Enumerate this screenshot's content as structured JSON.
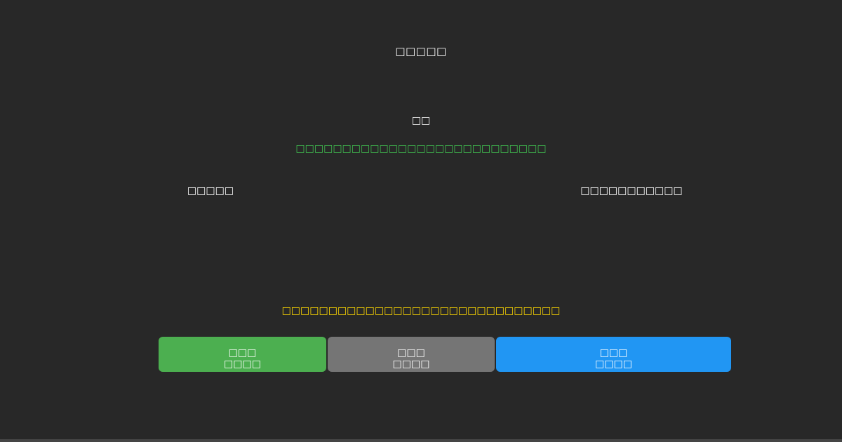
{
  "colors": {
    "background": "#282828",
    "text": "#ffffff",
    "status_green": "#3fbf4f",
    "prompt_yellow": "#ffd800",
    "button_green": "#4caf50",
    "button_gray": "#757575",
    "button_blue": "#2196f3",
    "bottom_strip": "#454545"
  },
  "header": {
    "title": "□□□□□"
  },
  "status": {
    "round_label": "□□",
    "message": "□□□□□□□□□□□□□□□□□□□□□□□□□□□"
  },
  "panels": {
    "left_label": "□□□□□",
    "right_label": "□□□□□□□□□□□"
  },
  "prompt": {
    "message": "□□□□□□□□□□□□□□□□□□□□□□□□□□□□□□"
  },
  "buttons": [
    {
      "id": "green",
      "line1": "□□□",
      "line2": "□□□□",
      "color": "#4caf50"
    },
    {
      "id": "gray",
      "line1": "□□□",
      "line2": "□□□□",
      "color": "#757575"
    },
    {
      "id": "blue",
      "line1": "□□□",
      "line2": "□□□□",
      "color": "#2196f3"
    }
  ]
}
